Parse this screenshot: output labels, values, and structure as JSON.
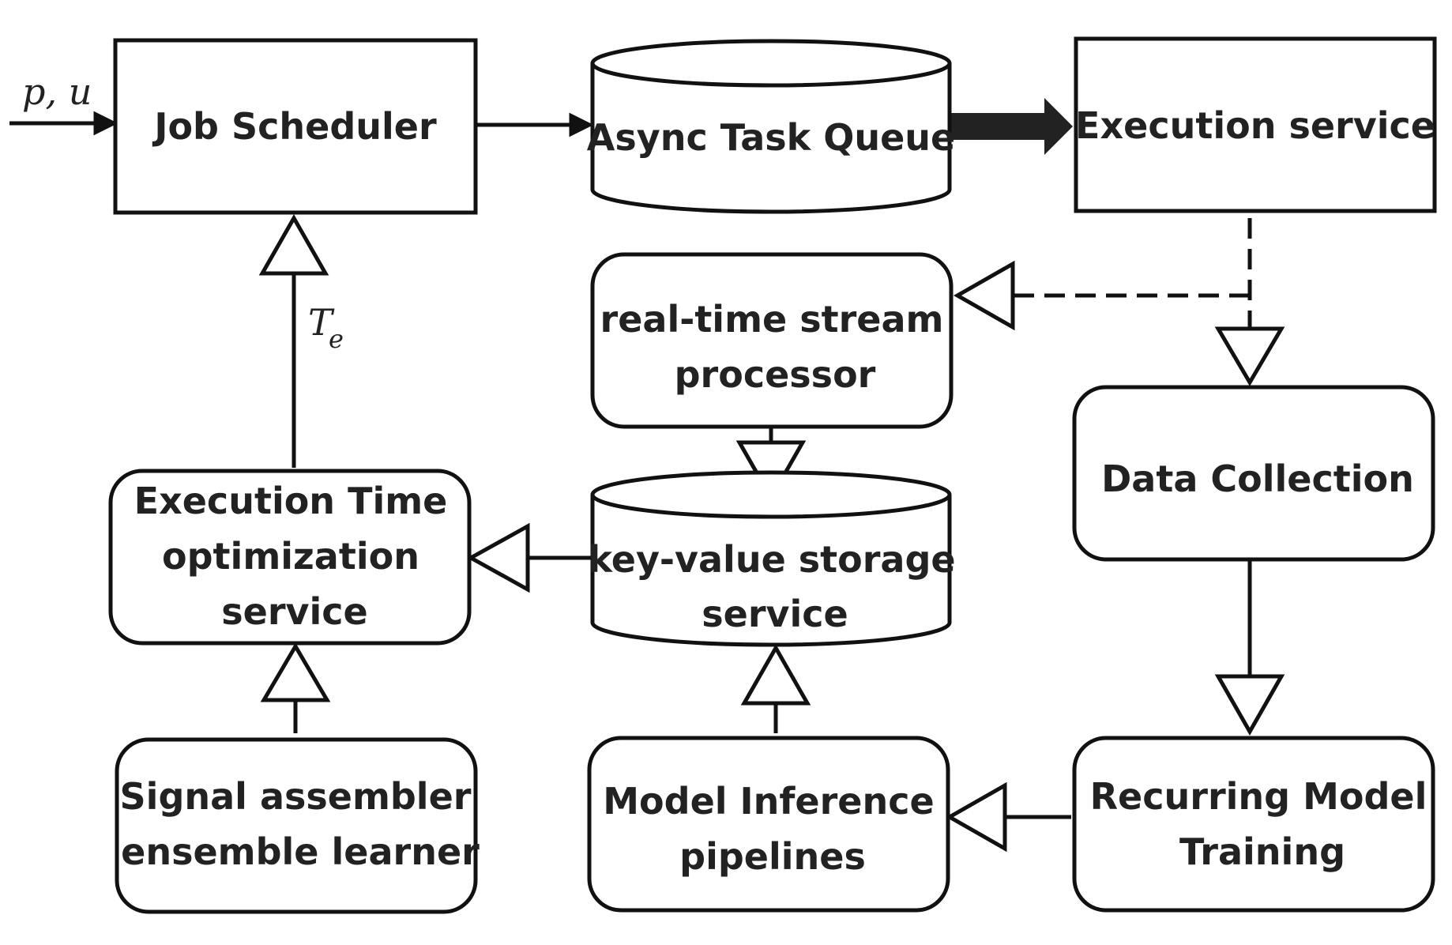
{
  "nodes": {
    "job_scheduler": {
      "lines": [
        "Job Scheduler"
      ]
    },
    "async_task_queue": {
      "lines": [
        "Async Task Queue"
      ]
    },
    "execution_service": {
      "lines": [
        "Execution service"
      ]
    },
    "stream_processor": {
      "lines": [
        "real-time stream",
        "processor"
      ]
    },
    "data_collection": {
      "lines": [
        "Data Collection"
      ]
    },
    "exec_time_opt": {
      "lines": [
        "Execution Time",
        "optimization",
        "service"
      ]
    },
    "kv_storage": {
      "lines": [
        "key-value storage",
        "service"
      ]
    },
    "signal_assembler": {
      "lines": [
        "Signal assembler",
        "ensemble learner"
      ]
    },
    "model_inference": {
      "lines": [
        "Model Inference",
        "pipelines"
      ]
    },
    "recurring_training": {
      "lines": [
        "Recurring Model",
        "Training"
      ]
    }
  },
  "edge_labels": {
    "input": "p, u",
    "te_base": "T",
    "te_sub": "e"
  }
}
